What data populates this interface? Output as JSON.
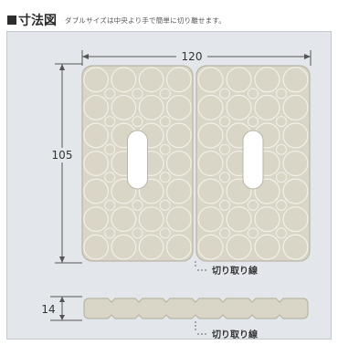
{
  "header": {
    "title": "寸法図",
    "subtitle": "ダブルサイズは中央より手で簡単に切り離せます。"
  },
  "dimensions": {
    "width": "120",
    "height": "105",
    "thickness": "14"
  },
  "labels": {
    "cut_line_top": "切り取り線",
    "cut_line_bottom": "切り取り線"
  },
  "colors": {
    "panel_fill": "#d9d6c7",
    "panel_stroke": "#b9b6a6",
    "circle_stroke": "#f2f0e8",
    "background": "#e3e7eb"
  }
}
